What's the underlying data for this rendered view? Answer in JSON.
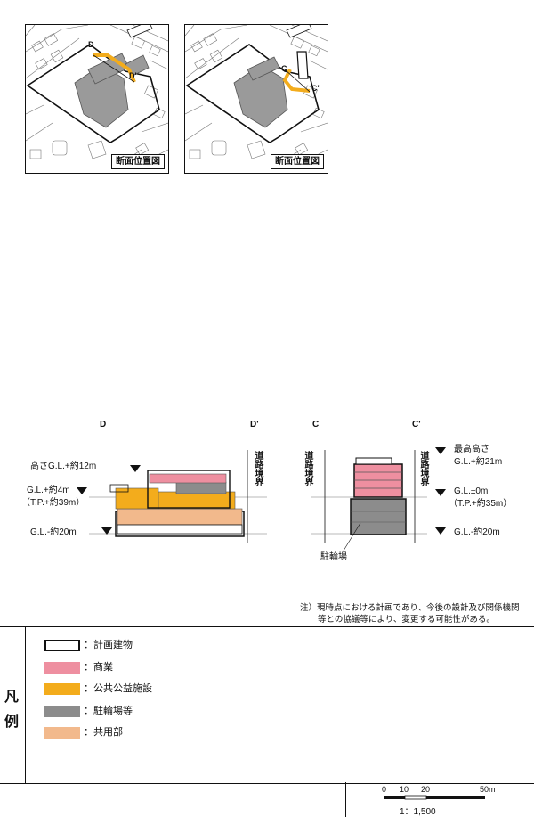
{
  "maps": {
    "left": {
      "caption": "断面位置図",
      "marker_start": "D",
      "marker_end": "D'"
    },
    "right": {
      "caption": "断面位置図",
      "marker_start": "C",
      "marker_end": "C'"
    }
  },
  "section_dd": {
    "label_start": "D",
    "label_end": "D'",
    "height_label": "高さG.L.+約12m",
    "gl_label": "G.L.+約4m",
    "tp_label": "（T.P.+約39m）",
    "gl_minus_label": "G.L.-約20m",
    "boundary_label": "道路境界"
  },
  "section_cc": {
    "label_start": "C",
    "label_end": "C'",
    "boundary_label": "道路境界",
    "boundary_label_right": "道路境界",
    "max_height_label": "最高高さ",
    "max_height_value": "G.L.+約21m",
    "gl_label": "G.L.±0m",
    "tp_label": "（T.P.+約35m）",
    "gl_minus_label": "G.L.-約20m",
    "bicycle_label": "駐輪場"
  },
  "note": {
    "line1": "注）現時点における計画であり、今後の設計及び関係機関",
    "line2": "等との協議等により、変更する可能性がある。"
  },
  "legend": {
    "title_1": "凡",
    "title_2": "例",
    "items": [
      {
        "label": "：計画建物",
        "color": "#ffffff"
      },
      {
        "label": "：商業",
        "color": "#ee8fa0"
      },
      {
        "label": "：公共公益施設",
        "color": "#f3ac1c"
      },
      {
        "label": "：駐輪場等",
        "color": "#8c8c8c"
      },
      {
        "label": "：共用部",
        "color": "#f2b98c"
      }
    ]
  },
  "scale": {
    "ticks": [
      "0",
      "10",
      "20",
      "50m"
    ],
    "ratio": "1：1,500"
  }
}
